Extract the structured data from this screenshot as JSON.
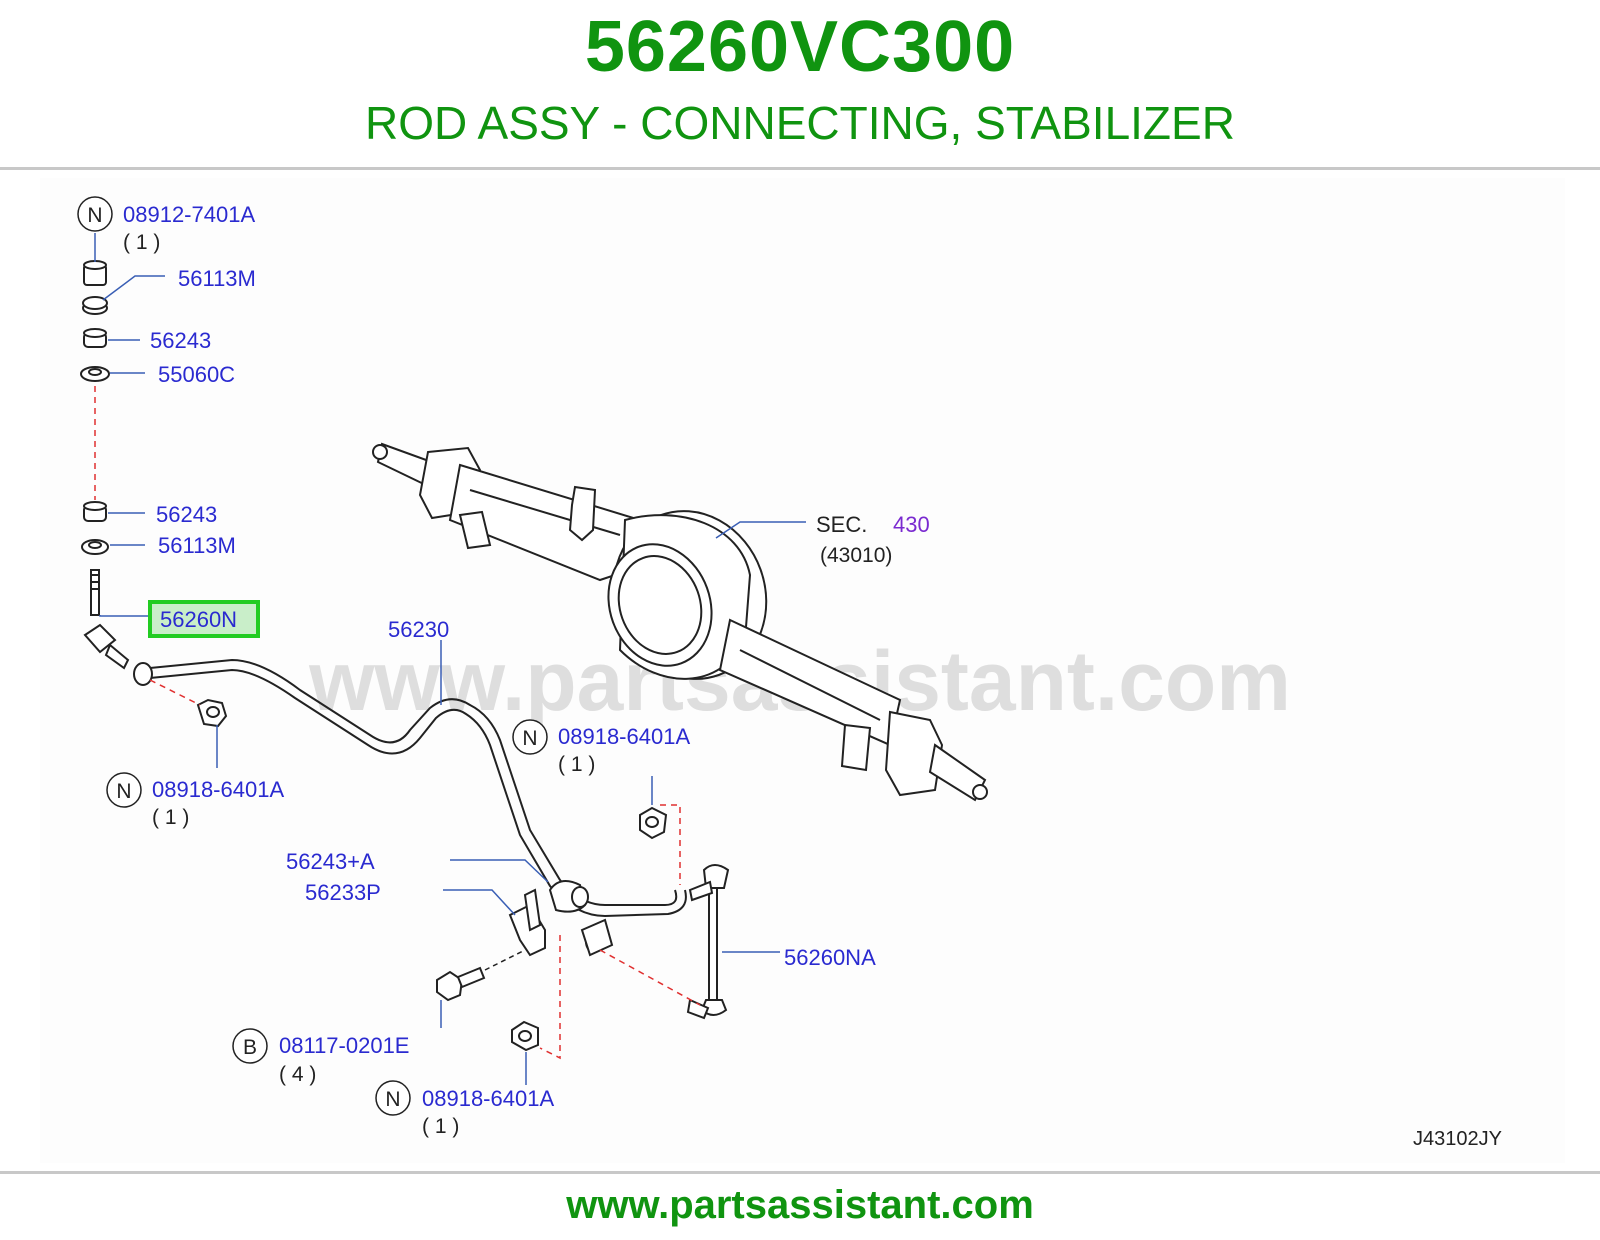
{
  "header": {
    "part_number": "56260VC300",
    "description": "ROD ASSY - CONNECTING, STABILIZER"
  },
  "diagram": {
    "watermark": "www.partsassistant.com",
    "diagram_code": "J43102JY",
    "section_ref": {
      "prefix": "SEC.",
      "number": "430",
      "sub": "(43010)"
    },
    "callouts": [
      {
        "id": "n1",
        "badge": "N",
        "part": "08912-7401A",
        "qty": "( 1 )"
      },
      {
        "id": "c2",
        "part": "56113M"
      },
      {
        "id": "c3",
        "part": "56243"
      },
      {
        "id": "c4",
        "part": "55060C"
      },
      {
        "id": "c5",
        "part": "56243"
      },
      {
        "id": "c6",
        "part": "56113M"
      },
      {
        "id": "c7",
        "part": "56260N",
        "highlighted": true
      },
      {
        "id": "c8",
        "part": "56230"
      },
      {
        "id": "n2",
        "badge": "N",
        "part": "08918-6401A",
        "qty": "( 1 )"
      },
      {
        "id": "n3",
        "badge": "N",
        "part": "08918-6401A",
        "qty": "( 1 )"
      },
      {
        "id": "c11",
        "part": "56243+A"
      },
      {
        "id": "c12",
        "part": "56233P"
      },
      {
        "id": "c13",
        "part": "56260NA"
      },
      {
        "id": "b1",
        "badge": "B",
        "part": "08117-0201E",
        "qty": "( 4 )"
      },
      {
        "id": "n4",
        "badge": "N",
        "part": "08918-6401A",
        "qty": "( 1 )"
      }
    ]
  },
  "footer": {
    "url": "www.partsassistant.com"
  },
  "colors": {
    "title_green": "#109410",
    "callout_blue": "#2a2ad0",
    "section_purple": "#7a2ad0",
    "highlight_green": "#22cc22",
    "highlight_fill": "#c9eec9",
    "leader_line": "#3a5fb5",
    "dash_red": "#e03030"
  }
}
